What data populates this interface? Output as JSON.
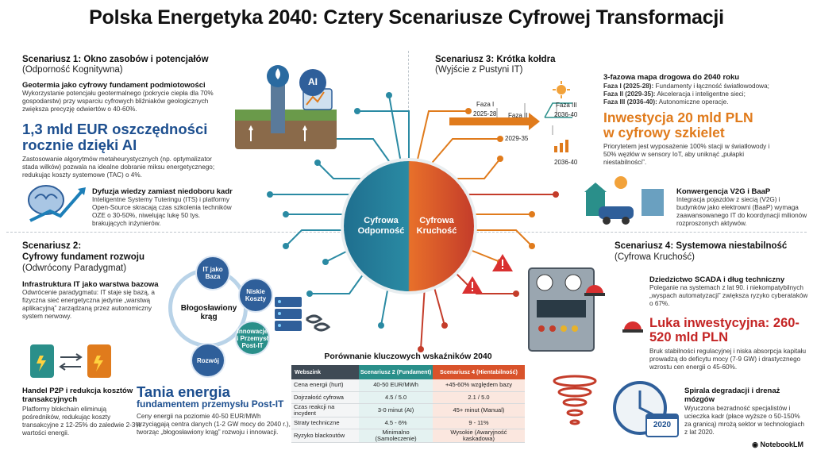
{
  "title": "Polska Energetyka 2040: Cztery Scenariusze Cyfrowej Transformacji",
  "center": {
    "left": "Cyfrowa Odporność",
    "right": "Cyfrowa Kruchość"
  },
  "q1": {
    "heading": "Scenariusz 1: Okno zasobów i potencjałów",
    "subheading": "(Odporność Kognitywna)",
    "b1_head": "Geotermia jako cyfrowy fundament podmiotowości",
    "b1_text": "Wykorzystanie potencjału geotermalnego (pokrycie ciepła dla 70% gospodarstw) przy wsparciu cyfrowych bliźniaków geologicznych zwiększa precyzję odwiertów o 40-60%.",
    "big": "1,3 mld EUR oszczędności rocznie dzięki AI",
    "b2_text": "Zastosowanie algorytmów metaheurystycznych (np. optymalizator stada wilków) pozwala na idealne dobranie miksu energetycznego; redukując koszty systemowe (TAC) o 4%.",
    "b3_head": "Dyfuzja wiedzy zamiast niedoboru kadr",
    "b3_text": "Inteligentne Systemy Tuteringu (ITS) i platformy Open-Source skracają czas szkolenia techników OZE o 30-50%, niwelując lukę 50 tys. brakujących inżynierów.",
    "icon_label": "AI"
  },
  "q2": {
    "heading": "Scenariusz 2:",
    "heading2": "Cyfrowy fundament rozwoju",
    "subheading": "(Odwrócony Paradygmat)",
    "b1_head": "Infrastruktura IT jako warstwa bazowa",
    "b1_text": "Odwrócenie paradygmatu: IT staje się bazą, a fizyczna sieć energetyczna jedynie „warstwą aplikacyjną” zarządzaną przez autonomiczny system nerwowy.",
    "cycle_center": "Błogosławiony krąg",
    "nodes": [
      "IT jako Baza",
      "Niskie Koszty",
      "Innowacje i Przemysł Post-IT",
      "Rozwój"
    ],
    "b2_head": "Handel P2P i redukcja kosztów transakcyjnych",
    "b2_text": "Platformy blokchain eliminują pośredników, redukując koszty transakcyjne z 12-25% do zaledwie 2-3% wartości energii.",
    "big": "Tania energia",
    "big_sub": "fundamentem przemysłu Post-IT",
    "b3_text": "Ceny energii na poziomie 40-50 EUR/MWh przyciągają centra danych (1-2 GW mocy do 2040 r.), tworząc „błogosławiony krąg” rozwoju i innowacji."
  },
  "q3": {
    "heading": "Scenariusz 3: Krótka kołdra",
    "subheading": "(Wyjście z Pustyni IT)",
    "roadmap_head": "3-fazowa mapa drogowa do 2040 roku",
    "phases": [
      {
        "label": "Faza I (2025-28):",
        "text": "Fundamenty i łączność światłowodowa;"
      },
      {
        "label": "Faza II (2029-35):",
        "text": "Akceleracja i inteligentne sieci;"
      },
      {
        "label": "Faza III (2036-40):",
        "text": "Autonomiczne operacje."
      }
    ],
    "timeline": [
      {
        "name": "Faza I",
        "years": "2025-28"
      },
      {
        "name": "Faza II",
        "years": "2029-35"
      },
      {
        "name": "Faza III",
        "years": "2036-40"
      },
      {
        "name": "",
        "years": "2036-40"
      }
    ],
    "big": "Inwestycja 20 mld PLN w cyfrowy szkielet",
    "b1_text": "Priorytetem jest wyposażenie 100% stacji w światłowody i 50% węzłów w sensory IoT, aby uniknąć „pułapki niestabilności”.",
    "b2_head": "Konwergencja V2G i BaaP",
    "b2_text": "Integracja pojazdów z siecią (V2G) i budynków jako elektrowni (BaaP) wymaga zaawansowanego IT do koordynacji milionów rozproszonych aktywów."
  },
  "q4": {
    "heading": "Scenariusz 4: Systemowa niestabilność",
    "subheading": "(Cyfrowa Kruchość)",
    "b1_head": "Dziedzictwo SCADA i dług techniczny",
    "b1_text": "Poleganie na systemach z lat 90. i niekompatybilnych „wyspach automatyzacji” zwiększa ryzyko cyberataków o 67%.",
    "big": "Luka inwestycyjna: 260-520 mld PLN",
    "b2_text": "Bruk stabilności regulacyjnej i niska absorpcja kapitału prowadzą do deficytu mocy (7-9 GW) i drastycznego wzrostu cen energii o 45-60%.",
    "b3_head": "Spirala degradacji i drenaż mózgów",
    "b3_text": "Wyuczona bezradność specjalistów i ucieczka kadr (płace wyższe o 50-150% za granicą) mrożą sektor w technologiach z lat 2020.",
    "calendar": "2020"
  },
  "table": {
    "title": "Porównanie kluczowych wskaźników 2040",
    "headers": [
      "Webszink",
      "Scenariusz 2 (Fundament)",
      "Scenariusz 4 (Hientabilność)"
    ],
    "rows": [
      [
        "Cena energii (hurt)",
        "40-50 EUR/MWh",
        "+45-60% względem bazy"
      ],
      [
        "Dojrzałość cyfrowa",
        "4.5 / 5.0",
        "2.1 / 5.0"
      ],
      [
        "Czas reakcji na incydent",
        "3-0 minut (AI)",
        "45+ minut (Manual)"
      ],
      [
        "Straty techniczne",
        "4.5 - 6%",
        "9 - 11%"
      ],
      [
        "Ryzyko blackoutów",
        "Minimalno (Samoleczenie)",
        "Wysokie (Awaryjność kaskadowa)"
      ]
    ]
  },
  "logo": "NotebookLM",
  "colors": {
    "blue": "#1d4f8f",
    "teal": "#2a8f8a",
    "orange": "#e07b1c",
    "red": "#c42424"
  }
}
